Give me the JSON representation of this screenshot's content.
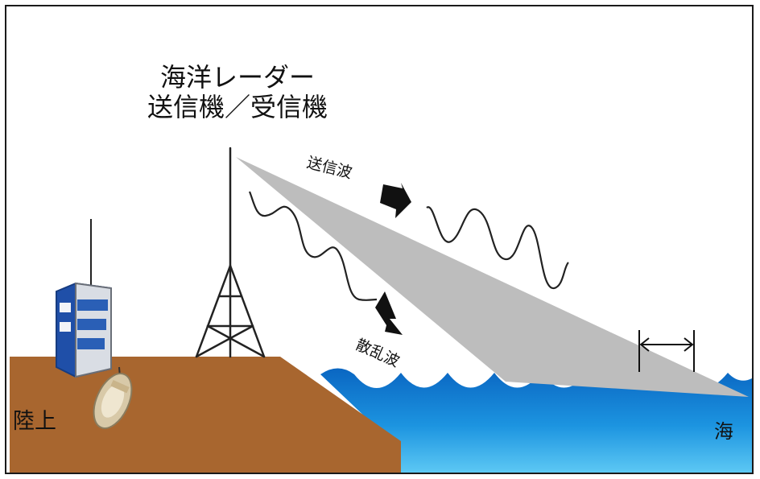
{
  "labels": {
    "title_line1": "海洋レーダー",
    "title_line2": "送信機／受信機",
    "transmit_wave": "送信波",
    "scatter_wave": "散乱波",
    "land": "陸上",
    "sea": "海"
  },
  "colors": {
    "land": "#a8662f",
    "sea_dark": "#0a72c8",
    "sea_light": "#3fb6ee",
    "beam": "#bdbdbd",
    "frame": "#1a1a1a"
  },
  "icons": [
    "antenna-tower-icon",
    "building-icon",
    "radar-van-icon",
    "arrow-icon",
    "double-arrow-icon"
  ]
}
